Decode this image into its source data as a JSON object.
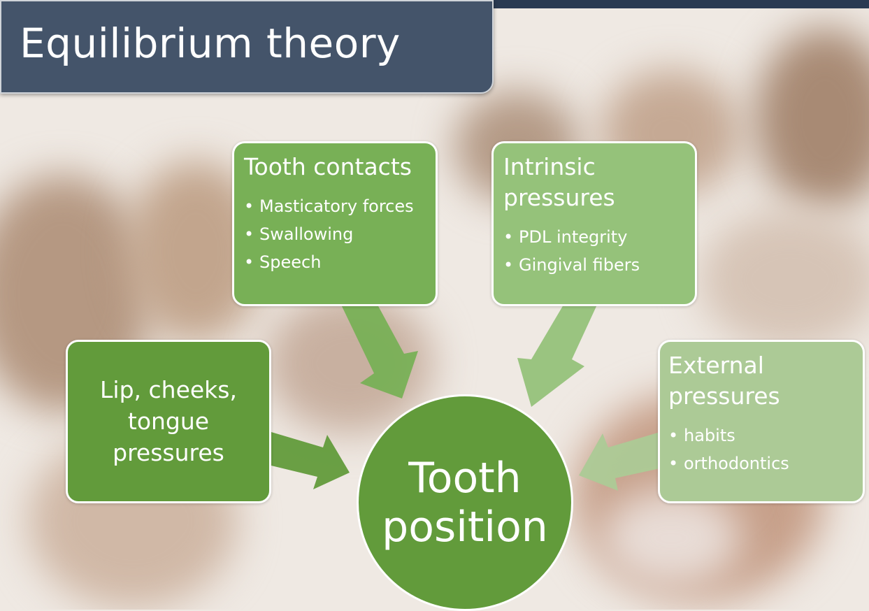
{
  "slide": {
    "title": "Equilibrium theory",
    "center": {
      "line1": "Tooth",
      "line2": "position",
      "color": "#629b3b"
    },
    "boxes": {
      "tooth_contacts": {
        "heading": "Tooth contacts",
        "items": [
          "Masticatory forces",
          "Swallowing",
          "Speech"
        ],
        "color": "#78b056"
      },
      "intrinsic": {
        "heading_line1": "Intrinsic",
        "heading_line2": "pressures",
        "items": [
          "PDL integrity",
          "Gingival fibers"
        ],
        "color": "#95c27a"
      },
      "soft_tissue": {
        "line1": "Lip, cheeks,",
        "line2": "tongue",
        "line3": "pressures",
        "color": "#629b3b"
      },
      "external": {
        "heading_line1": "External",
        "heading_line2": "pressures",
        "items": [
          "habits",
          "orthodontics"
        ],
        "color": "#acca96"
      }
    },
    "bullet": "•",
    "icons": {
      "arrows": "block-arrow-icon"
    },
    "colors": {
      "title_bar": "#44546a",
      "title_text": "#ffffff"
    }
  }
}
